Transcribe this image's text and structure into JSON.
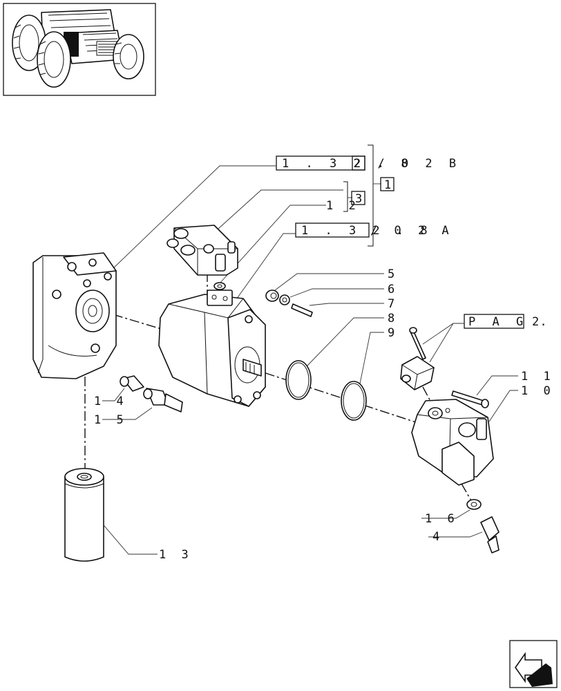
{
  "thumbnail": {
    "icon": "tractor-thumbnail-icon"
  },
  "references": [
    {
      "id": "ref-1-32-8-02b",
      "text": "1 . 3 2 . 8",
      "suffix": "2 / 0 2 B"
    },
    {
      "id": "ref-1-32-8-02a",
      "text": "1 . 3 2 . 8",
      "suffix": "/ 0 2 A"
    },
    {
      "id": "ref-pag-2",
      "text": "P A G .",
      "suffix": "2"
    }
  ],
  "boxed_numbers": {
    "box_1": "1",
    "box_3": "3"
  },
  "callouts": {
    "c12": "1 2",
    "c5": "5",
    "c6": "6",
    "c7": "7",
    "c8": "8",
    "c9": "9",
    "c11": "1 1",
    "c10": "1 0",
    "c14": "1 4",
    "c15": "1 5",
    "c13": "1 3",
    "c16": "1 6",
    "c4": "4"
  },
  "navigation": {
    "icon": "next-page-arrow-icon"
  }
}
